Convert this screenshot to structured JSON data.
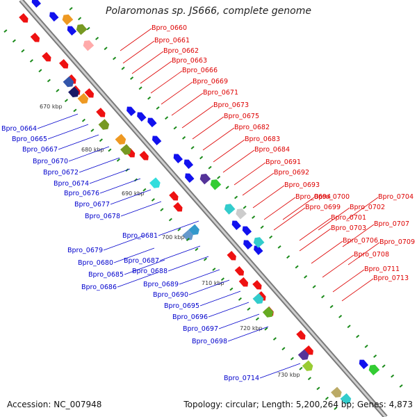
{
  "header": {
    "title": "Polaromonas sp. JS666, complete genome"
  },
  "footer": {
    "accession": "Accession: NC_007948",
    "topology": "Topology: circular; Length: 5,200,264 bp; Genes: 4,873"
  },
  "colors": {
    "forward_gene": "#ee1111",
    "reverse_gene": "#1111ee",
    "backbone": "#999999",
    "tick": "#1a8a1a",
    "label_forward": "#dd0000",
    "label_reverse": "#0000cc"
  },
  "scale_labels": [
    "670 kbp",
    "680 kbp",
    "690 kbp",
    "700 kbp",
    "710 kbp",
    "720 kbp",
    "730 kbp"
  ],
  "labels_forward": [
    "Bpro_0660",
    "Bpro_0661",
    "Bpro_0662",
    "Bpro_0663",
    "Bpro_0666",
    "Bpro_0669",
    "Bpro_0671",
    "Bpro_0673",
    "Bpro_0675",
    "Bpro_0682",
    "Bpro_0683",
    "Bpro_0684",
    "Bpro_0691",
    "Bpro_0692",
    "Bpro_0693",
    "Bpro_0694",
    "Bpro_0699",
    "Bpro_0700",
    "Bpro_0701",
    "Bpro_0702",
    "Bpro_0703",
    "Bpro_0704",
    "Bpro_0706",
    "Bpro_0707",
    "Bpro_0708",
    "Bpro_0709",
    "Bpro_0711",
    "Bpro_0713"
  ],
  "labels_reverse": [
    "Bpro_0664",
    "Bpro_0665",
    "Bpro_0667",
    "Bpro_0670",
    "Bpro_0672",
    "Bpro_0674",
    "Bpro_0676",
    "Bpro_0677",
    "Bpro_0678",
    "Bpro_0681",
    "Bpro_0679",
    "Bpro_0680",
    "Bpro_0685",
    "Bpro_0686",
    "Bpro_0687",
    "Bpro_0688",
    "Bpro_0689",
    "Bpro_0690",
    "Bpro_0695",
    "Bpro_0696",
    "Bpro_0697",
    "Bpro_0698",
    "Bpro_0714"
  ]
}
